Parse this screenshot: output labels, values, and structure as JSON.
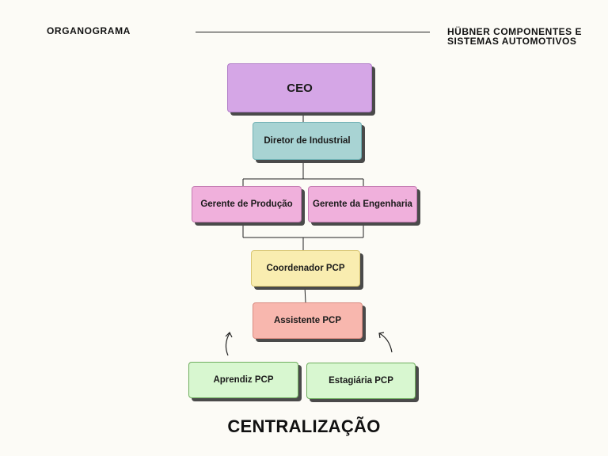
{
  "header": {
    "left_title": "ORGANOGRAMA",
    "company_line1": "HÜBNER COMPONENTES E",
    "company_line2": "SISTEMAS AUTOMOTIVOS"
  },
  "chart": {
    "ceo": "CEO",
    "director": "Diretor de Industrial",
    "production_manager": "Gerente de Produção",
    "engineering_manager": "Gerente da Engenharia",
    "pcp_coordinator": "Coordenador PCP",
    "pcp_assistant": "Assistente PCP",
    "pcp_apprentice": "Aprendiz PCP",
    "pcp_intern": "Estagiária PCP"
  },
  "footer": {
    "title": "CENTRALIZAÇÃO"
  },
  "colors": {
    "ceo": "#d5a6e6",
    "director": "#a8d3d3",
    "managers": "#f0b0dc",
    "coordinator": "#f9edb0",
    "assistant": "#f8b7ae",
    "trainees": "#d8f7d0"
  }
}
